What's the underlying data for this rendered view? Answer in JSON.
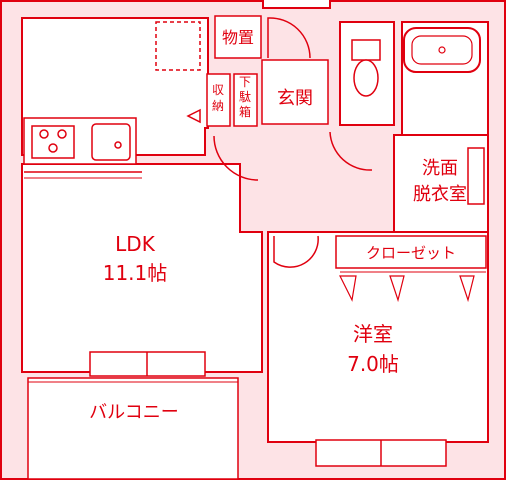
{
  "colors": {
    "line": "#e0000f",
    "wall_fill": "#fde3e6",
    "room_fill": "#ffffff",
    "background": "#ffffff"
  },
  "rooms": {
    "storage": "物置",
    "entrance": "玄関",
    "closet_small": "収納",
    "shoe_box": "下駄箱",
    "washroom_line1": "洗面",
    "washroom_line2": "脱衣室",
    "ldk_name": "LDK",
    "ldk_size": "11.1帖",
    "closet": "クローゼット",
    "western_name": "洋室",
    "western_size": "7.0帖",
    "balcony": "バルコニー"
  },
  "icons": [
    "stove-icon",
    "sink-icon",
    "toilet-icon",
    "bathtub-icon"
  ]
}
